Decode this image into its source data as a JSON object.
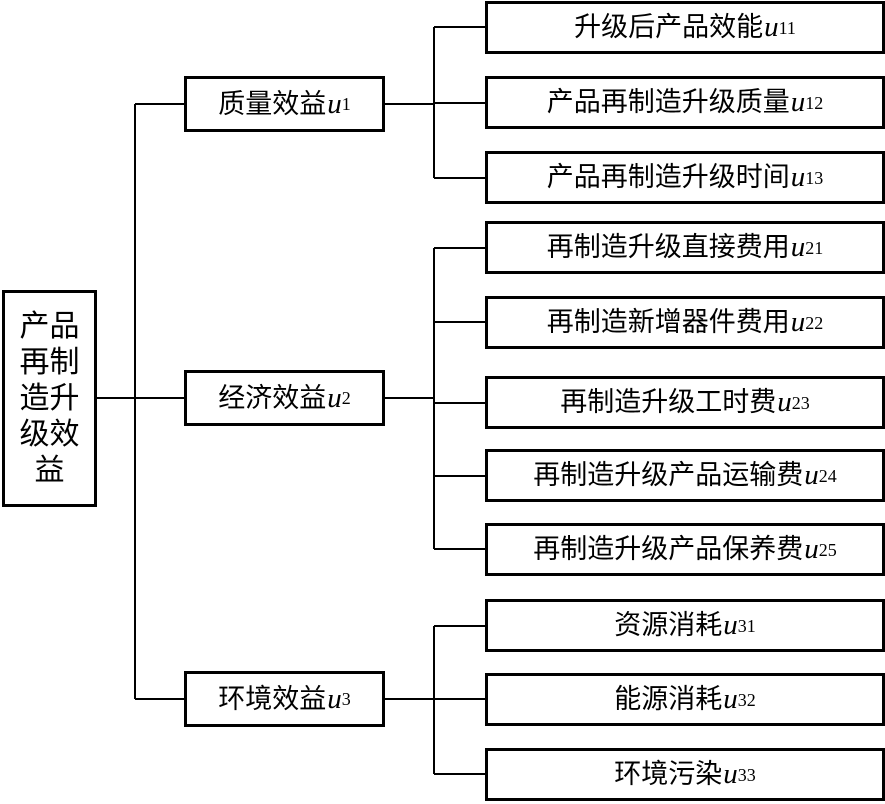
{
  "root": {
    "label": "产品再制造升级效益"
  },
  "categories": [
    {
      "label": "质量效益",
      "var": "u",
      "sub": "1",
      "children": [
        {
          "label": "升级后产品效能",
          "var": "u",
          "sub": "11"
        },
        {
          "label": "产品再制造升级质量",
          "var": "u",
          "sub": "12"
        },
        {
          "label": "产品再制造升级时间",
          "var": "u",
          "sub": "13"
        }
      ]
    },
    {
      "label": "经济效益",
      "var": "u",
      "sub": "2",
      "children": [
        {
          "label": "再制造升级直接费用",
          "var": "u",
          "sub": "21"
        },
        {
          "label": "再制造新增器件费用",
          "var": "u",
          "sub": "22"
        },
        {
          "label": "再制造升级工时费",
          "var": "u",
          "sub": "23"
        },
        {
          "label": "再制造升级产品运输费",
          "var": "u",
          "sub": "24"
        },
        {
          "label": "再制造升级产品保养费",
          "var": "u",
          "sub": "25"
        }
      ]
    },
    {
      "label": "环境效益",
      "var": "u",
      "sub": "3",
      "children": [
        {
          "label": "资源消耗",
          "var": "u",
          "sub": "31"
        },
        {
          "label": "能源消耗",
          "var": "u",
          "sub": "32"
        },
        {
          "label": "环境污染",
          "var": "u",
          "sub": "33"
        }
      ]
    }
  ]
}
